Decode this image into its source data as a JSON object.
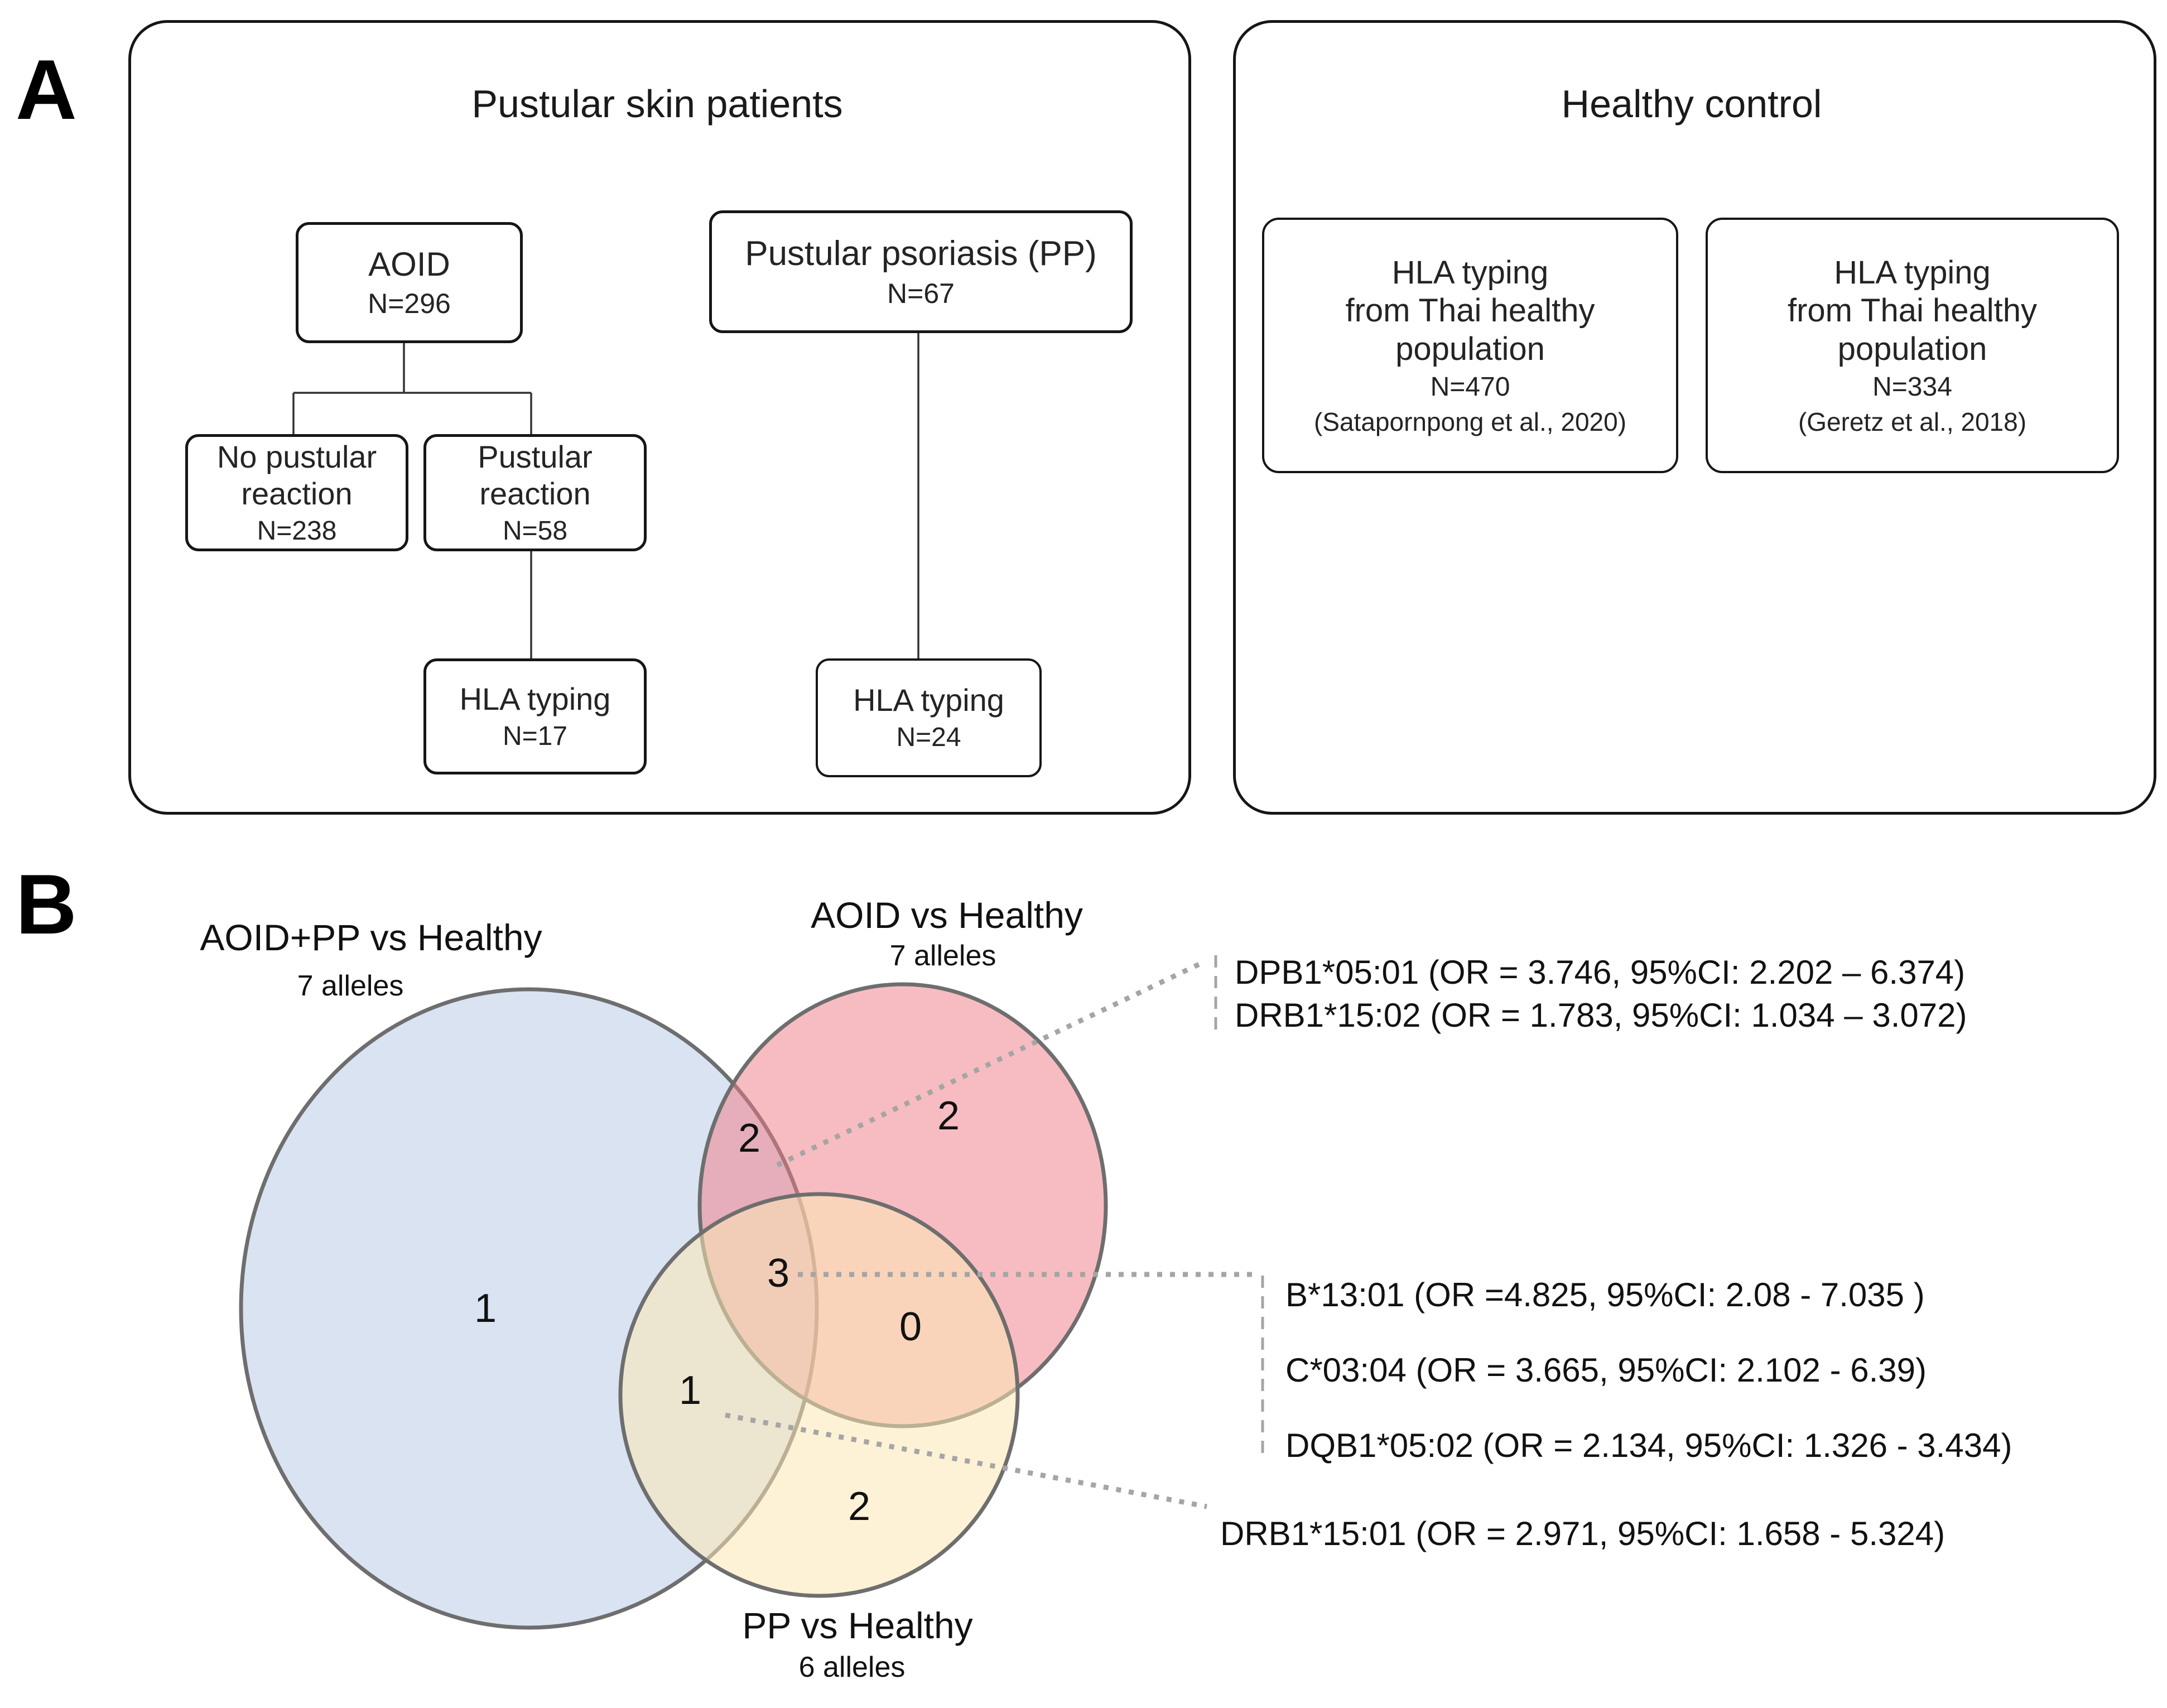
{
  "figure": {
    "panel_a_label": "A",
    "panel_b_label": "B"
  },
  "pustular_panel": {
    "title": "Pustular skin patients",
    "aoid_box": {
      "title": "AOID",
      "n": "N=296"
    },
    "no_reaction_box": {
      "line1": "No pustular",
      "line2": "reaction",
      "n": "N=238"
    },
    "reaction_box": {
      "line1": "Pustular",
      "line2": "reaction",
      "n": "N=58"
    },
    "hla_aoid_box": {
      "title": "HLA typing",
      "n": "N=17"
    },
    "pp_box": {
      "title": "Pustular psoriasis (PP)",
      "n": "N=67"
    },
    "hla_pp_box": {
      "title": "HLA typing",
      "n": "N=24"
    }
  },
  "healthy_panel": {
    "title": "Healthy control",
    "source1": {
      "line1": "HLA typing",
      "line2": "from Thai healthy",
      "line3": "population",
      "n": "N=470",
      "citation": "(Satapornpong et al., 2020)"
    },
    "source2": {
      "line1": "HLA typing",
      "line2": "from Thai healthy",
      "line3": "population",
      "n": "N=334",
      "citation": "(Geretz et al., 2018)"
    }
  },
  "venn": {
    "stroke_color": "#6e6e6e",
    "connector_color": "#a5a5a5",
    "sets": [
      {
        "label": "AOID+PP vs Healthy",
        "sublabel": "7 alleles",
        "fill": "rgba(181,199,227,0.5)"
      },
      {
        "label": "AOID vs Healthy",
        "sublabel": "7 alleles",
        "fill": "rgba(239,121,131,0.5)"
      },
      {
        "label": "PP vs Healthy",
        "sublabel": "6 alleles",
        "fill": "rgba(251,231,181,0.55)"
      }
    ],
    "regions": {
      "aoid_pp_only": "1",
      "aoid_only": "2",
      "pp_only": "2",
      "aoid_pp_and_aoid": "2",
      "aoid_pp_and_pp": "1",
      "aoid_and_pp": "0",
      "all_three": "3"
    }
  },
  "annotations": [
    {
      "lines": [
        "DPB1*05:01 (OR = 3.746, 95%CI: 2.202 – 6.374)",
        "DRB1*15:02 (OR = 1.783, 95%CI: 1.034 – 3.072)"
      ]
    },
    {
      "lines": [
        "B*13:01 (OR =4.825, 95%CI: 2.08 - 7.035 )",
        "C*03:04 (OR = 3.665, 95%CI: 2.102 - 6.39)",
        "DQB1*05:02 (OR = 2.134, 95%CI: 1.326 - 3.434)"
      ]
    },
    {
      "lines": [
        "DRB1*15:01 (OR = 2.971, 95%CI: 1.658 - 5.324)"
      ]
    }
  ]
}
